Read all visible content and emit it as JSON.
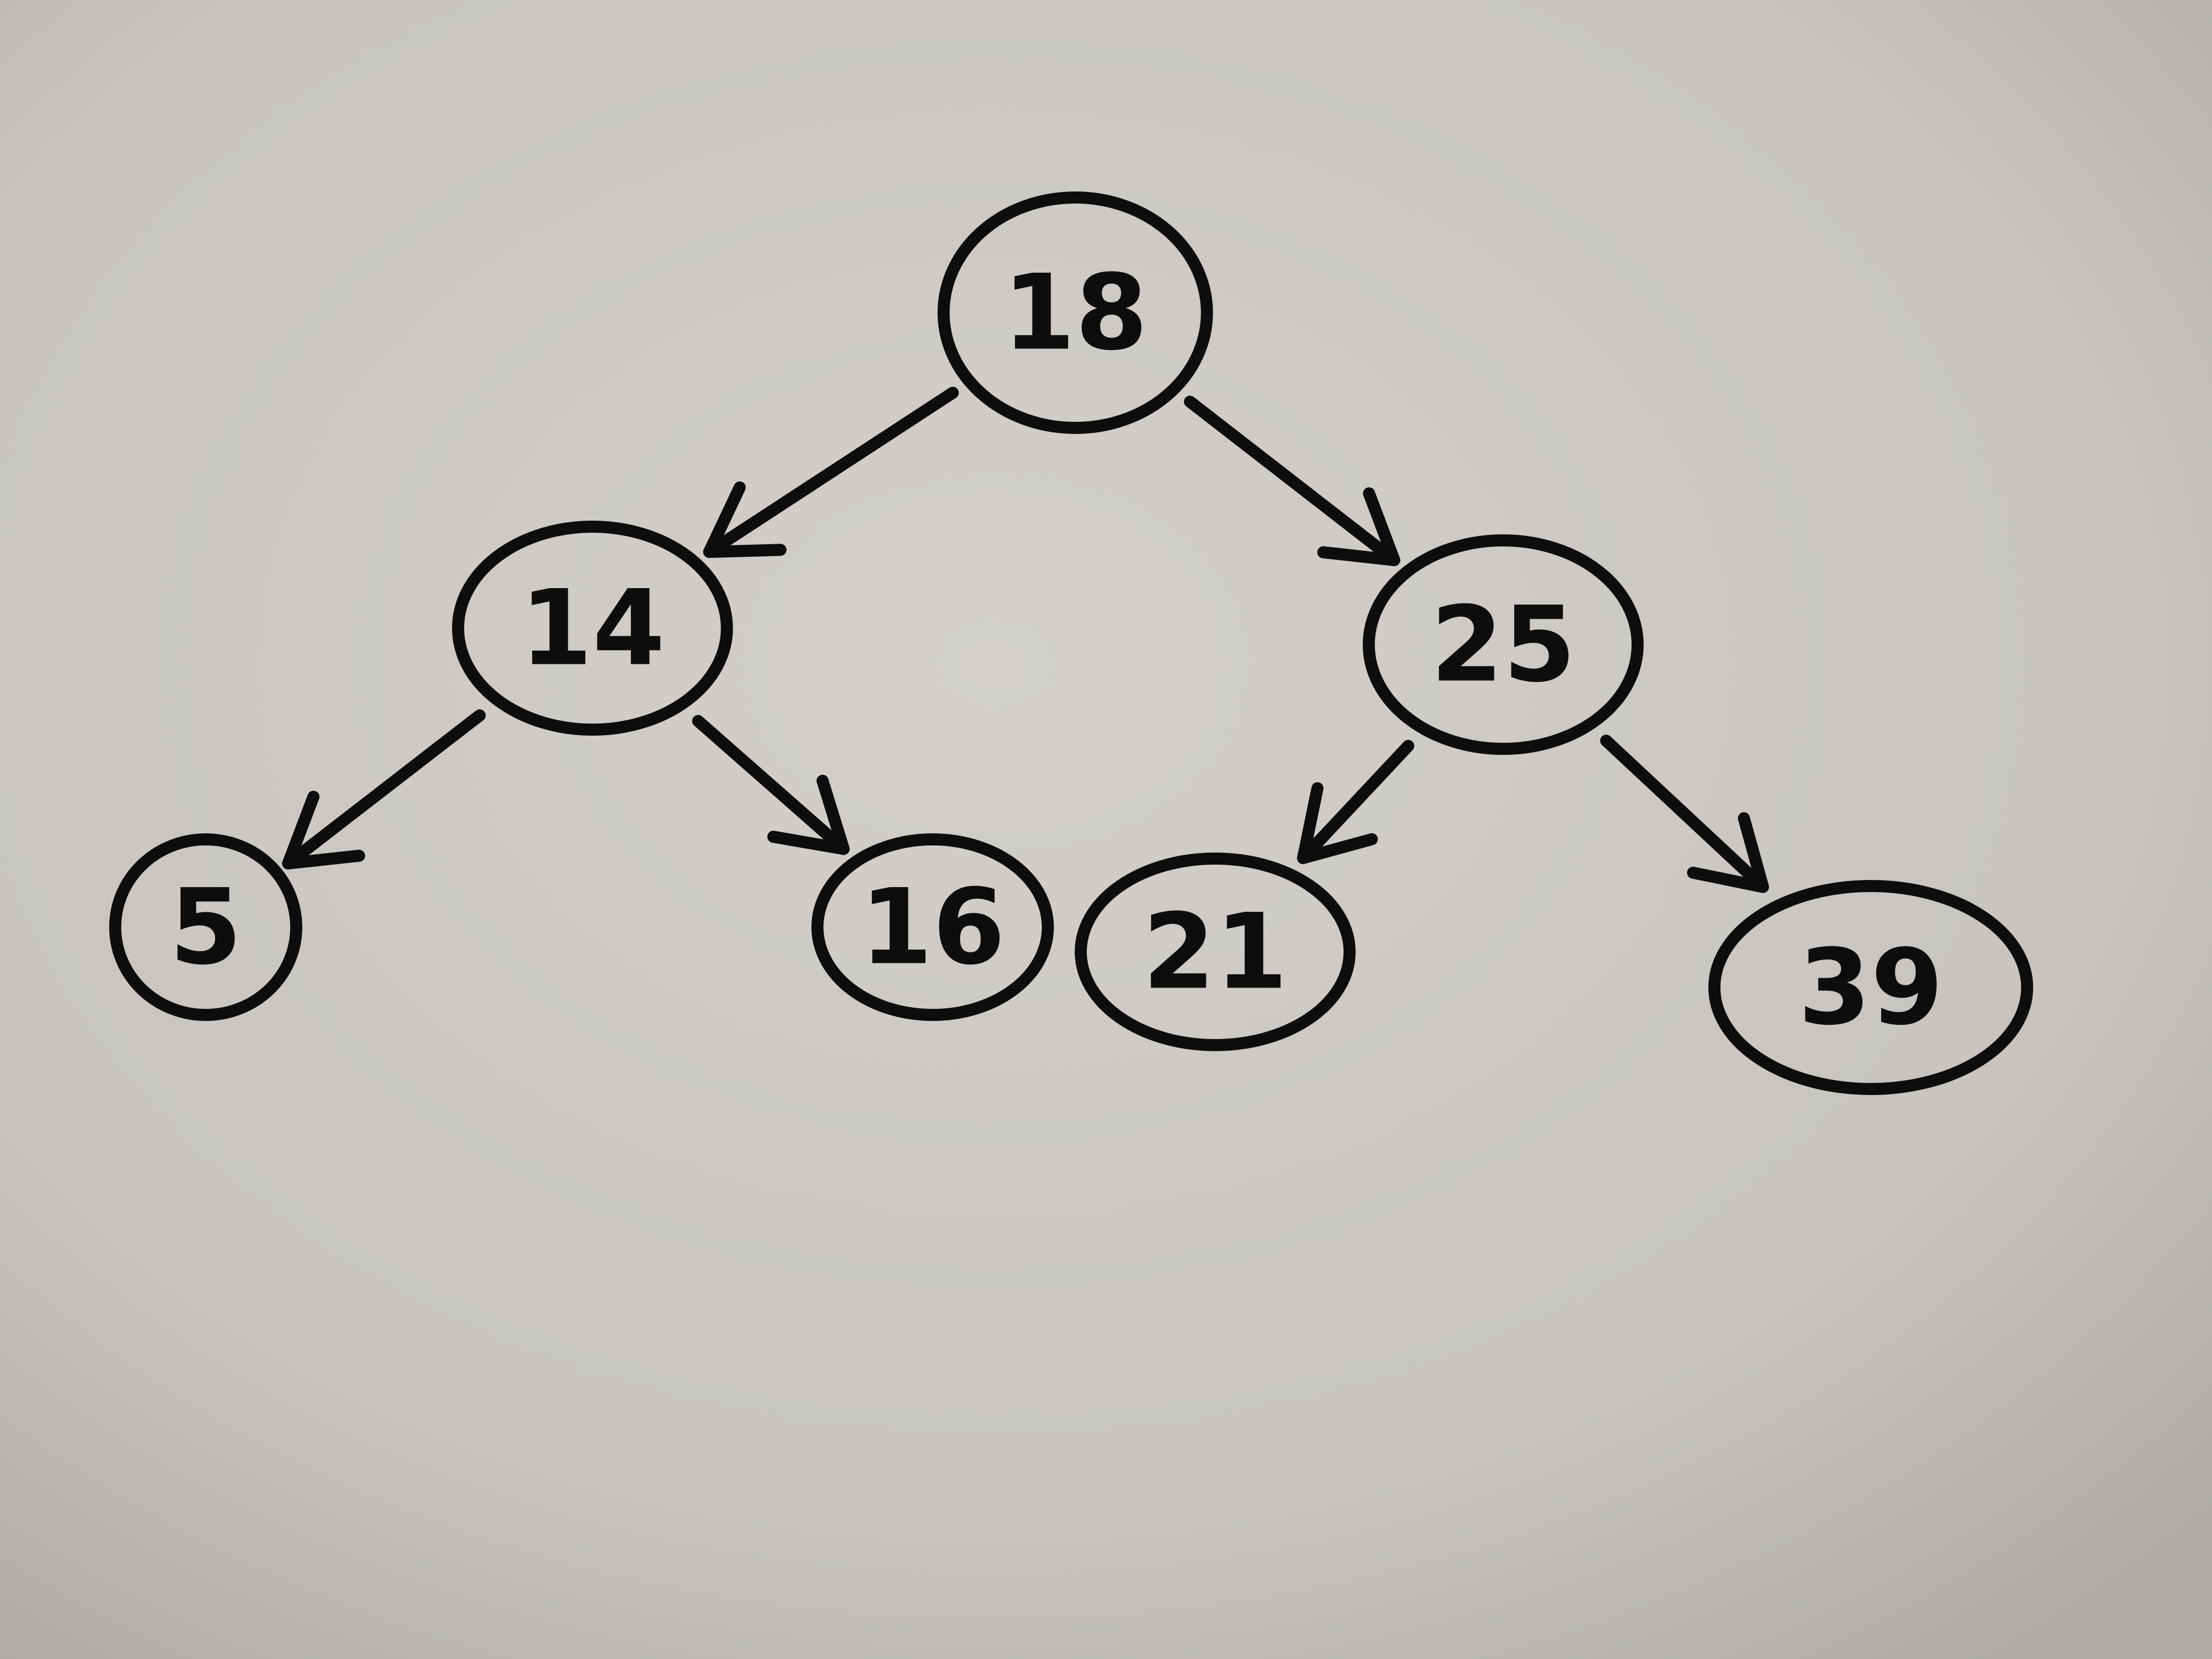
{
  "diagram": {
    "type": "binary-tree",
    "ink_color": "#0d0d0d",
    "paper_color": "#c9c6c1",
    "nodes": [
      {
        "id": "n18",
        "label": "18"
      },
      {
        "id": "n14",
        "label": "14"
      },
      {
        "id": "n25",
        "label": "25"
      },
      {
        "id": "n5",
        "label": "5"
      },
      {
        "id": "n16",
        "label": "16"
      },
      {
        "id": "n21",
        "label": "21"
      },
      {
        "id": "n39",
        "label": "39"
      }
    ],
    "edges": [
      {
        "from": "n18",
        "to": "n14"
      },
      {
        "from": "n18",
        "to": "n25"
      },
      {
        "from": "n14",
        "to": "n5"
      },
      {
        "from": "n14",
        "to": "n16"
      },
      {
        "from": "n25",
        "to": "n21"
      },
      {
        "from": "n25",
        "to": "n39"
      }
    ]
  }
}
